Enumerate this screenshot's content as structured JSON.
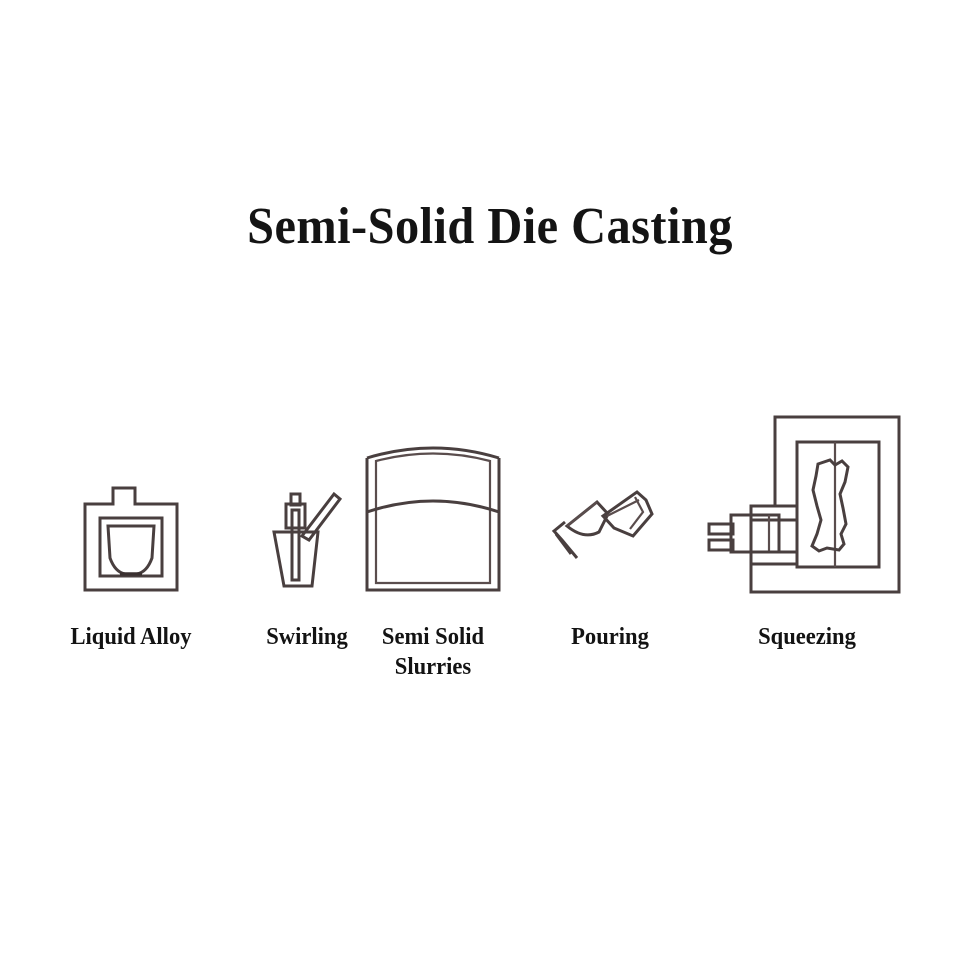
{
  "page": {
    "background_color": "#ffffff",
    "title": "Semi-Solid Die Casting",
    "title_color": "#141414",
    "line_color": "#493f3f",
    "label_color": "#131313"
  },
  "steps": [
    {
      "id": "liquid-alloy",
      "label": "Liquid Alloy",
      "icon": "furnace-crucible-icon"
    },
    {
      "id": "swirling",
      "label": "Swirling",
      "icon": "stirrer-crucible-icon"
    },
    {
      "id": "semi-solid-slurries",
      "label": "Semi Solid Slurries",
      "label_line_1": "Semi Solid",
      "label_line_2": "Slurries",
      "icon": "slurry-billet-icon"
    },
    {
      "id": "pouring",
      "label": "Pouring",
      "icon": "pouring-ladles-icon"
    },
    {
      "id": "squeezing",
      "label": "Squeezing",
      "icon": "die-casting-press-icon"
    }
  ]
}
